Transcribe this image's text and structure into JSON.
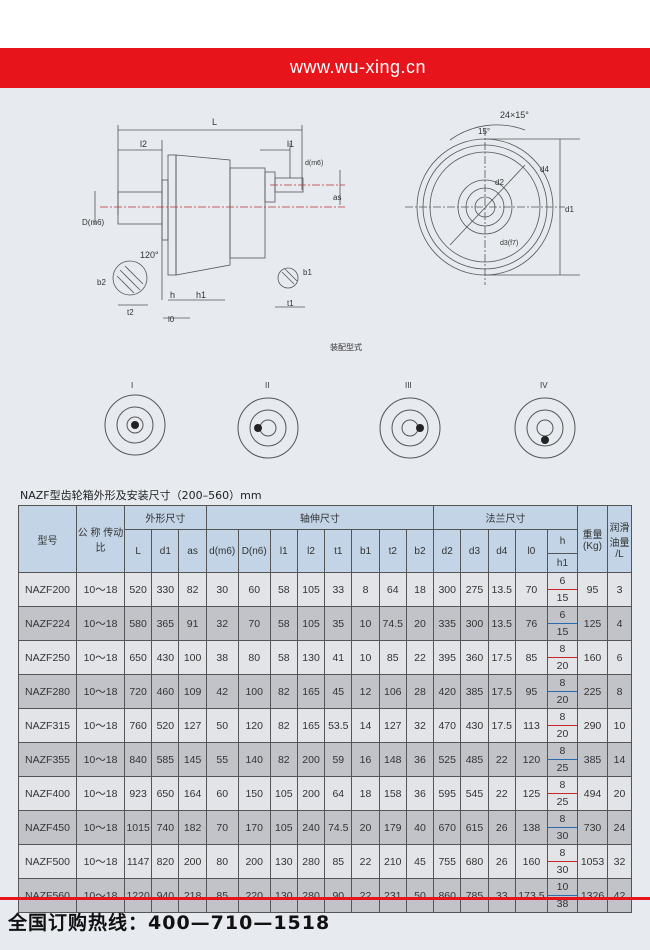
{
  "header": {
    "url": "www.wu-xing.cn"
  },
  "drawing": {
    "labels": {
      "L": "L",
      "l2": "l2",
      "l1": "l1",
      "d_m6": "d(m6)",
      "D_m6": "D(m6)",
      "as": "as",
      "b2": "b2",
      "t2": "t2",
      "angle120": "120°",
      "h": "h",
      "h1": "h1",
      "l0": "l0",
      "b1": "b1",
      "t1": "t1",
      "holes": "24×15°",
      "angle15": "15°",
      "d4": "d4",
      "d2": "d2",
      "d3": "d3(f7)",
      "d1": "d1"
    },
    "caption": "装配型式",
    "assembly_types": [
      "I",
      "II",
      "III",
      "IV"
    ]
  },
  "table": {
    "title": "NAZF型齿轮箱外形及安装尺寸（200–560）mm",
    "group_headers": {
      "model": "型号",
      "ratio": "公 称 传动比",
      "outline": "外形尺寸",
      "shaft": "轴伸尺寸",
      "flange": "法兰尺寸",
      "weight": "重量 (Kg)",
      "oil": "润滑 油量 /L"
    },
    "columns": [
      "L",
      "d1",
      "as",
      "d(m6)",
      "D(n6)",
      "l1",
      "l2",
      "t1",
      "b1",
      "t2",
      "b2",
      "d2",
      "d3",
      "d4",
      "l0",
      "h",
      "h1"
    ],
    "rows": [
      [
        "NAZF200",
        "10～18",
        "520",
        "330",
        "82",
        "30",
        "60",
        "58",
        "105",
        "33",
        "8",
        "64",
        "18",
        "300",
        "275",
        "13.5",
        "70",
        "6",
        "15",
        "95",
        "3"
      ],
      [
        "NAZF224",
        "10～18",
        "580",
        "365",
        "91",
        "32",
        "70",
        "58",
        "105",
        "35",
        "10",
        "74.5",
        "20",
        "335",
        "300",
        "13.5",
        "76",
        "6",
        "15",
        "125",
        "4"
      ],
      [
        "NAZF250",
        "10～18",
        "650",
        "430",
        "100",
        "38",
        "80",
        "58",
        "130",
        "41",
        "10",
        "85",
        "22",
        "395",
        "360",
        "17.5",
        "85",
        "8",
        "20",
        "160",
        "6"
      ],
      [
        "NAZF280",
        "10～18",
        "720",
        "460",
        "109",
        "42",
        "100",
        "82",
        "165",
        "45",
        "12",
        "106",
        "28",
        "420",
        "385",
        "17.5",
        "95",
        "8",
        "20",
        "225",
        "8"
      ],
      [
        "NAZF315",
        "10～18",
        "760",
        "520",
        "127",
        "50",
        "120",
        "82",
        "165",
        "53.5",
        "14",
        "127",
        "32",
        "470",
        "430",
        "17.5",
        "113",
        "8",
        "20",
        "290",
        "10"
      ],
      [
        "NAZF355",
        "10～18",
        "840",
        "585",
        "145",
        "55",
        "140",
        "82",
        "200",
        "59",
        "16",
        "148",
        "36",
        "525",
        "485",
        "22",
        "120",
        "8",
        "25",
        "385",
        "14"
      ],
      [
        "NAZF400",
        "10～18",
        "923",
        "650",
        "164",
        "60",
        "150",
        "105",
        "200",
        "64",
        "18",
        "158",
        "36",
        "595",
        "545",
        "22",
        "125",
        "8",
        "25",
        "494",
        "20"
      ],
      [
        "NAZF450",
        "10～18",
        "1015",
        "740",
        "182",
        "70",
        "170",
        "105",
        "240",
        "74.5",
        "20",
        "179",
        "40",
        "670",
        "615",
        "26",
        "138",
        "8",
        "30",
        "730",
        "24"
      ],
      [
        "NAZF500",
        "10～18",
        "1147",
        "820",
        "200",
        "80",
        "200",
        "130",
        "280",
        "85",
        "22",
        "210",
        "45",
        "755",
        "680",
        "26",
        "160",
        "8",
        "30",
        "1053",
        "32"
      ],
      [
        "NAZF560",
        "10～18",
        "1220",
        "940",
        "218",
        "85",
        "220",
        "130",
        "280",
        "90",
        "22",
        "231",
        "50",
        "860",
        "785",
        "33",
        "173.5",
        "10",
        "38",
        "1326",
        "42"
      ]
    ]
  },
  "footer": {
    "hotline": "全国订购热线：400—710—1518"
  },
  "colors": {
    "brand_red": "#e8141b",
    "header_blue": "#c3d4e6"
  }
}
